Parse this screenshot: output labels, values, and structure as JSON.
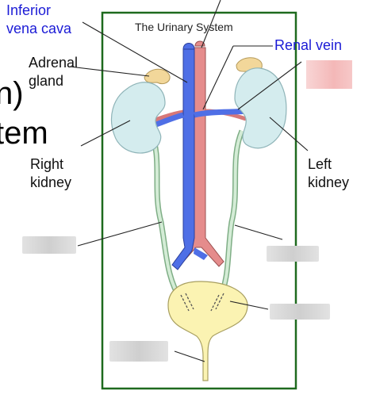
{
  "diagram": {
    "title": "The Urinary System",
    "labels": {
      "inferior_vena_cava": "Inferior\nvena cava",
      "adrenal_gland": "Adrenal\ngland",
      "renal_vein": "Renal vein",
      "right_kidney": "Right\nkidney",
      "left_kidney": "Left\nkidney"
    },
    "left_edge_fragments": {
      "top": "n)",
      "bottom": "tem"
    },
    "hidden_label_count": 5,
    "colors": {
      "frame": "#1e6a1e",
      "vein": "#4f6fe6",
      "artery": "#e58c8c",
      "kidney": "#d4ecee",
      "adrenal": "#f2d79a",
      "bladder": "#fbf3b2",
      "ureter": "#cfe9d2",
      "label_blue": "#1b1bd6"
    }
  }
}
